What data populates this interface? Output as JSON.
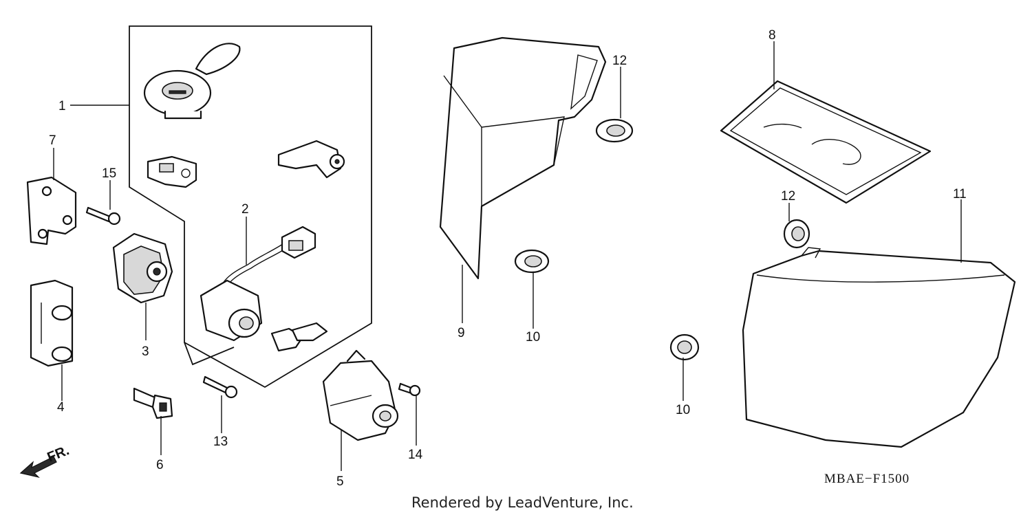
{
  "callouts": [
    "1",
    "2",
    "3",
    "4",
    "5",
    "6",
    "7",
    "8",
    "9",
    "10",
    "10",
    "11",
    "12",
    "12",
    "13",
    "14",
    "15"
  ],
  "direction_label": "FR.",
  "diagram_code": "MBAE−F1500",
  "footer": "Rendered by LeadVenture, Inc."
}
